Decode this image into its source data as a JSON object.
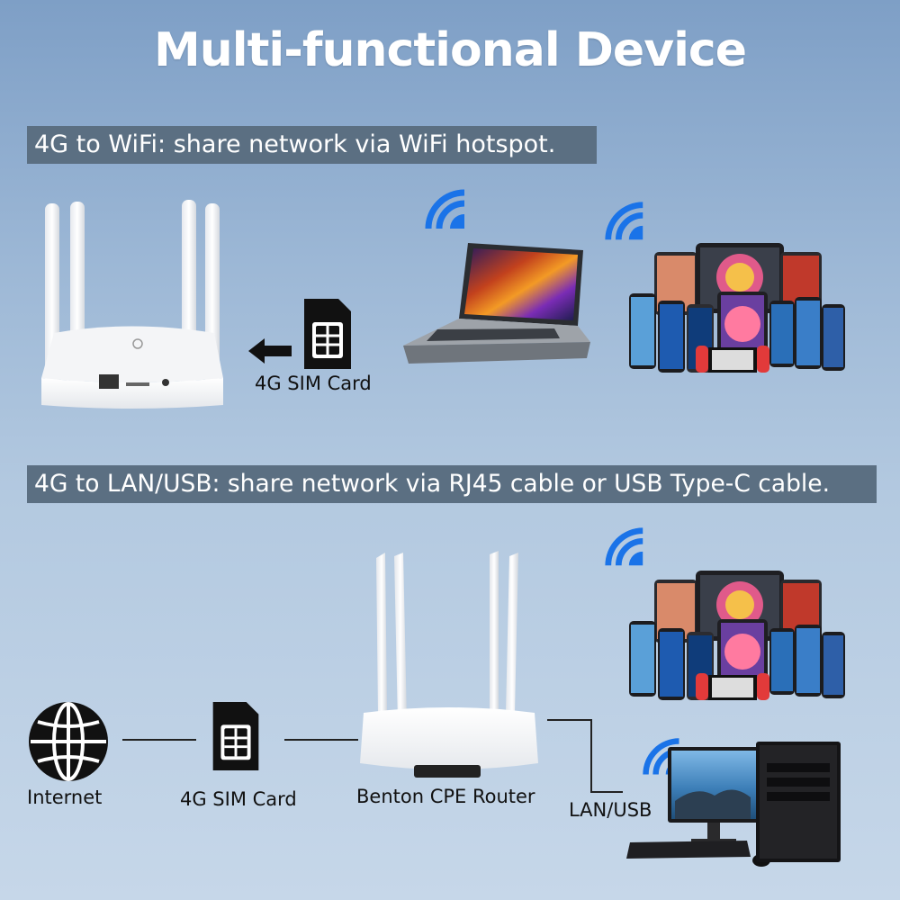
{
  "title": "Multi-functional Device",
  "section1": {
    "banner": "4G to WiFi: share network via WiFi hotspot.",
    "sim_label": "4G SIM Card"
  },
  "section2": {
    "banner": "4G to LAN/USB: share network via RJ45 cable or USB Type-C cable.",
    "internet_label": "Internet",
    "sim_label": "4G SIM Card",
    "router_label": "Benton CPE Router",
    "lan_label": "LAN/USB"
  },
  "colors": {
    "wifi": "#1a73e8",
    "banner_bg": "#5b6f82",
    "title": "#ffffff"
  },
  "icons": [
    "router-image",
    "sim-card-icon",
    "arrow-left-icon",
    "wifi-icon",
    "laptop-image",
    "devices-image",
    "globe-icon",
    "desktop-pc-image"
  ]
}
